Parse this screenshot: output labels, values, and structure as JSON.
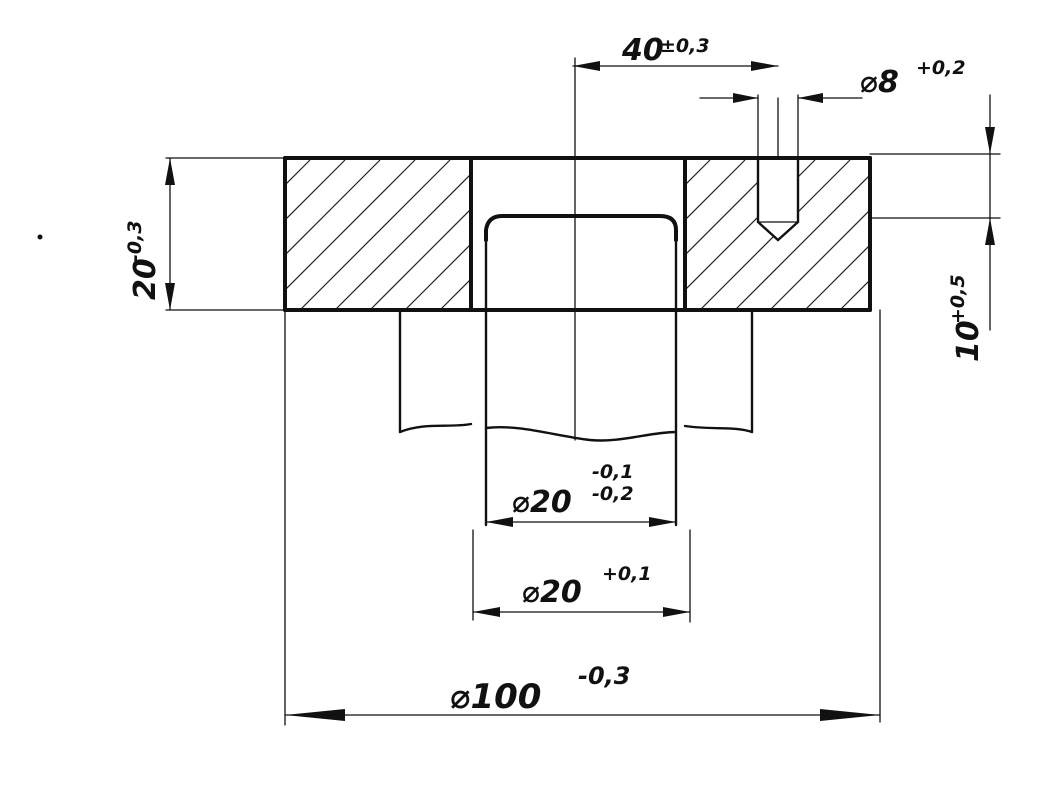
{
  "dimensions": {
    "top_offset": {
      "value": "40",
      "tol": "±0,3"
    },
    "hole_dia": {
      "value": "⌀8",
      "tol": "+0,2"
    },
    "hole_depth": {
      "value": "10",
      "tol": "+0,5"
    },
    "thickness": {
      "value": "20",
      "tol": "-0,3"
    },
    "shaft_dia": {
      "value": "⌀20",
      "tol_upper": "-0,1",
      "tol_lower": "-0,2"
    },
    "bore_dia": {
      "value": "⌀20",
      "tol": "+0,1"
    },
    "outer_dia": {
      "value": "⌀100",
      "tol": "-0,3"
    }
  }
}
